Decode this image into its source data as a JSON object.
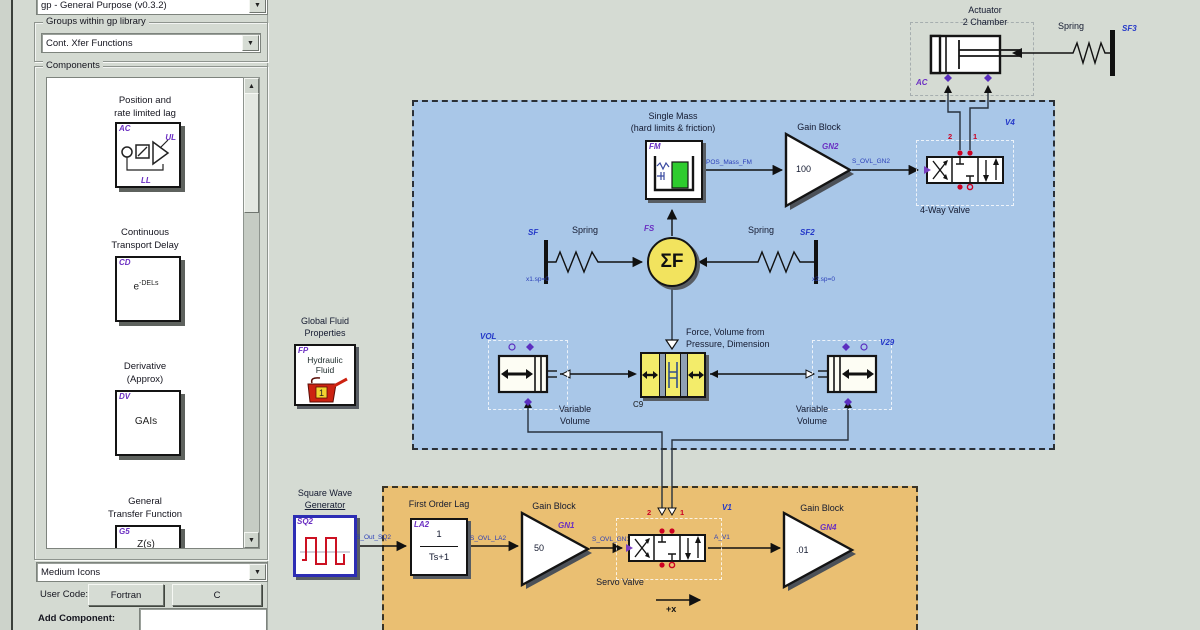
{
  "colors": {
    "blue_region": "#a9c7e8",
    "orange_region": "#eabf72",
    "mass_green": "#2ecc2e",
    "sum_yellow": "#f2e35e",
    "port_red": "#cc0022",
    "id_purple": "#6b2fc2",
    "id_blue": "#2438c8",
    "signal_blue": "#2a3eb8"
  },
  "icons": {
    "dropdown_arrow": "▼",
    "scroll_up": "▲",
    "scroll_down": "▼"
  },
  "sidebar": {
    "library_select": "gp - General Purpose (v0.3.2)",
    "groups_box_label": "Groups within gp library",
    "group_select": "Cont. Xfer Functions",
    "components_box_label": "Components",
    "components": [
      {
        "line1": "Position and",
        "line2": "rate limited lag",
        "id": "AC",
        "ul": "UL",
        "ll": "LL"
      },
      {
        "line1": "Continuous",
        "line2": "Transport Delay",
        "id": "CD",
        "formula_base": "e",
        "formula_exp": "-DELs"
      },
      {
        "line1": "Derivative",
        "line2": "(Approx)",
        "id": "DV",
        "formula": "GAIs"
      },
      {
        "line1": "General",
        "line2": "Transfer Function",
        "id": "G5",
        "formula": "Z(s)"
      }
    ],
    "icon_size_select": "Medium Icons",
    "user_code_label": "User Code:",
    "fortran_button": "Fortran",
    "c_button": "C",
    "add_component_label": "Add Component:"
  },
  "canvas": {
    "global_fluid": {
      "title1": "Global Fluid",
      "title2": "Properties",
      "id": "FP",
      "body1": "Hydraulic",
      "body2": "Fluid",
      "can_label": "1"
    },
    "actuator": {
      "title1": "Actuator",
      "title2": "2 Chamber",
      "id": "AC"
    },
    "spring3": {
      "label": "Spring",
      "id": "SF3"
    },
    "single_mass": {
      "title1": "Single Mass",
      "title2": "(hard limits & friction)",
      "id": "FM",
      "out_signal": "POS_Mass_FM"
    },
    "gain2": {
      "title": "Gain Block",
      "id": "GN2",
      "value": "100",
      "out_signal": "S_OVL_GN2"
    },
    "valve4": {
      "id": "V4",
      "port2": "2",
      "port1": "1",
      "label": "4-Way Valve"
    },
    "spring_left": {
      "label": "Spring",
      "id": "SF",
      "note": "x1.sp=0"
    },
    "sum": {
      "id": "FS",
      "symbol": "ΣF"
    },
    "spring_right": {
      "label": "Spring",
      "id": "SF2",
      "note": "x2.sp=0"
    },
    "force_volume": {
      "title1": "Force, Volume from",
      "title2": "Pressure, Dimension",
      "id": "C9"
    },
    "vv_left": {
      "id": "VOL",
      "label1": "Variable",
      "label2": "Volume"
    },
    "vv_right": {
      "id": "V29",
      "label1": "Variable",
      "label2": "Volume"
    },
    "sq_gen": {
      "title1": "Square Wave",
      "title2": "Generator",
      "id": "SQ2",
      "out_signal": "S_Out_SQ2"
    },
    "first_order_lag": {
      "title": "First Order Lag",
      "id": "LA2",
      "numerator": "1",
      "denominator": "Ts+1",
      "out_signal": "S_OVL_LA2"
    },
    "gain1": {
      "title": "Gain Block",
      "id": "GN1",
      "value": "50",
      "out_signal": "S_OVL_GN1"
    },
    "servo": {
      "id": "V1",
      "port2": "2",
      "port1": "1",
      "label": "Servo Valve",
      "out_signal": "A_V1",
      "axis_label": "+x"
    },
    "gain4": {
      "title": "Gain Block",
      "id": "GN4",
      "value": ".01"
    }
  }
}
